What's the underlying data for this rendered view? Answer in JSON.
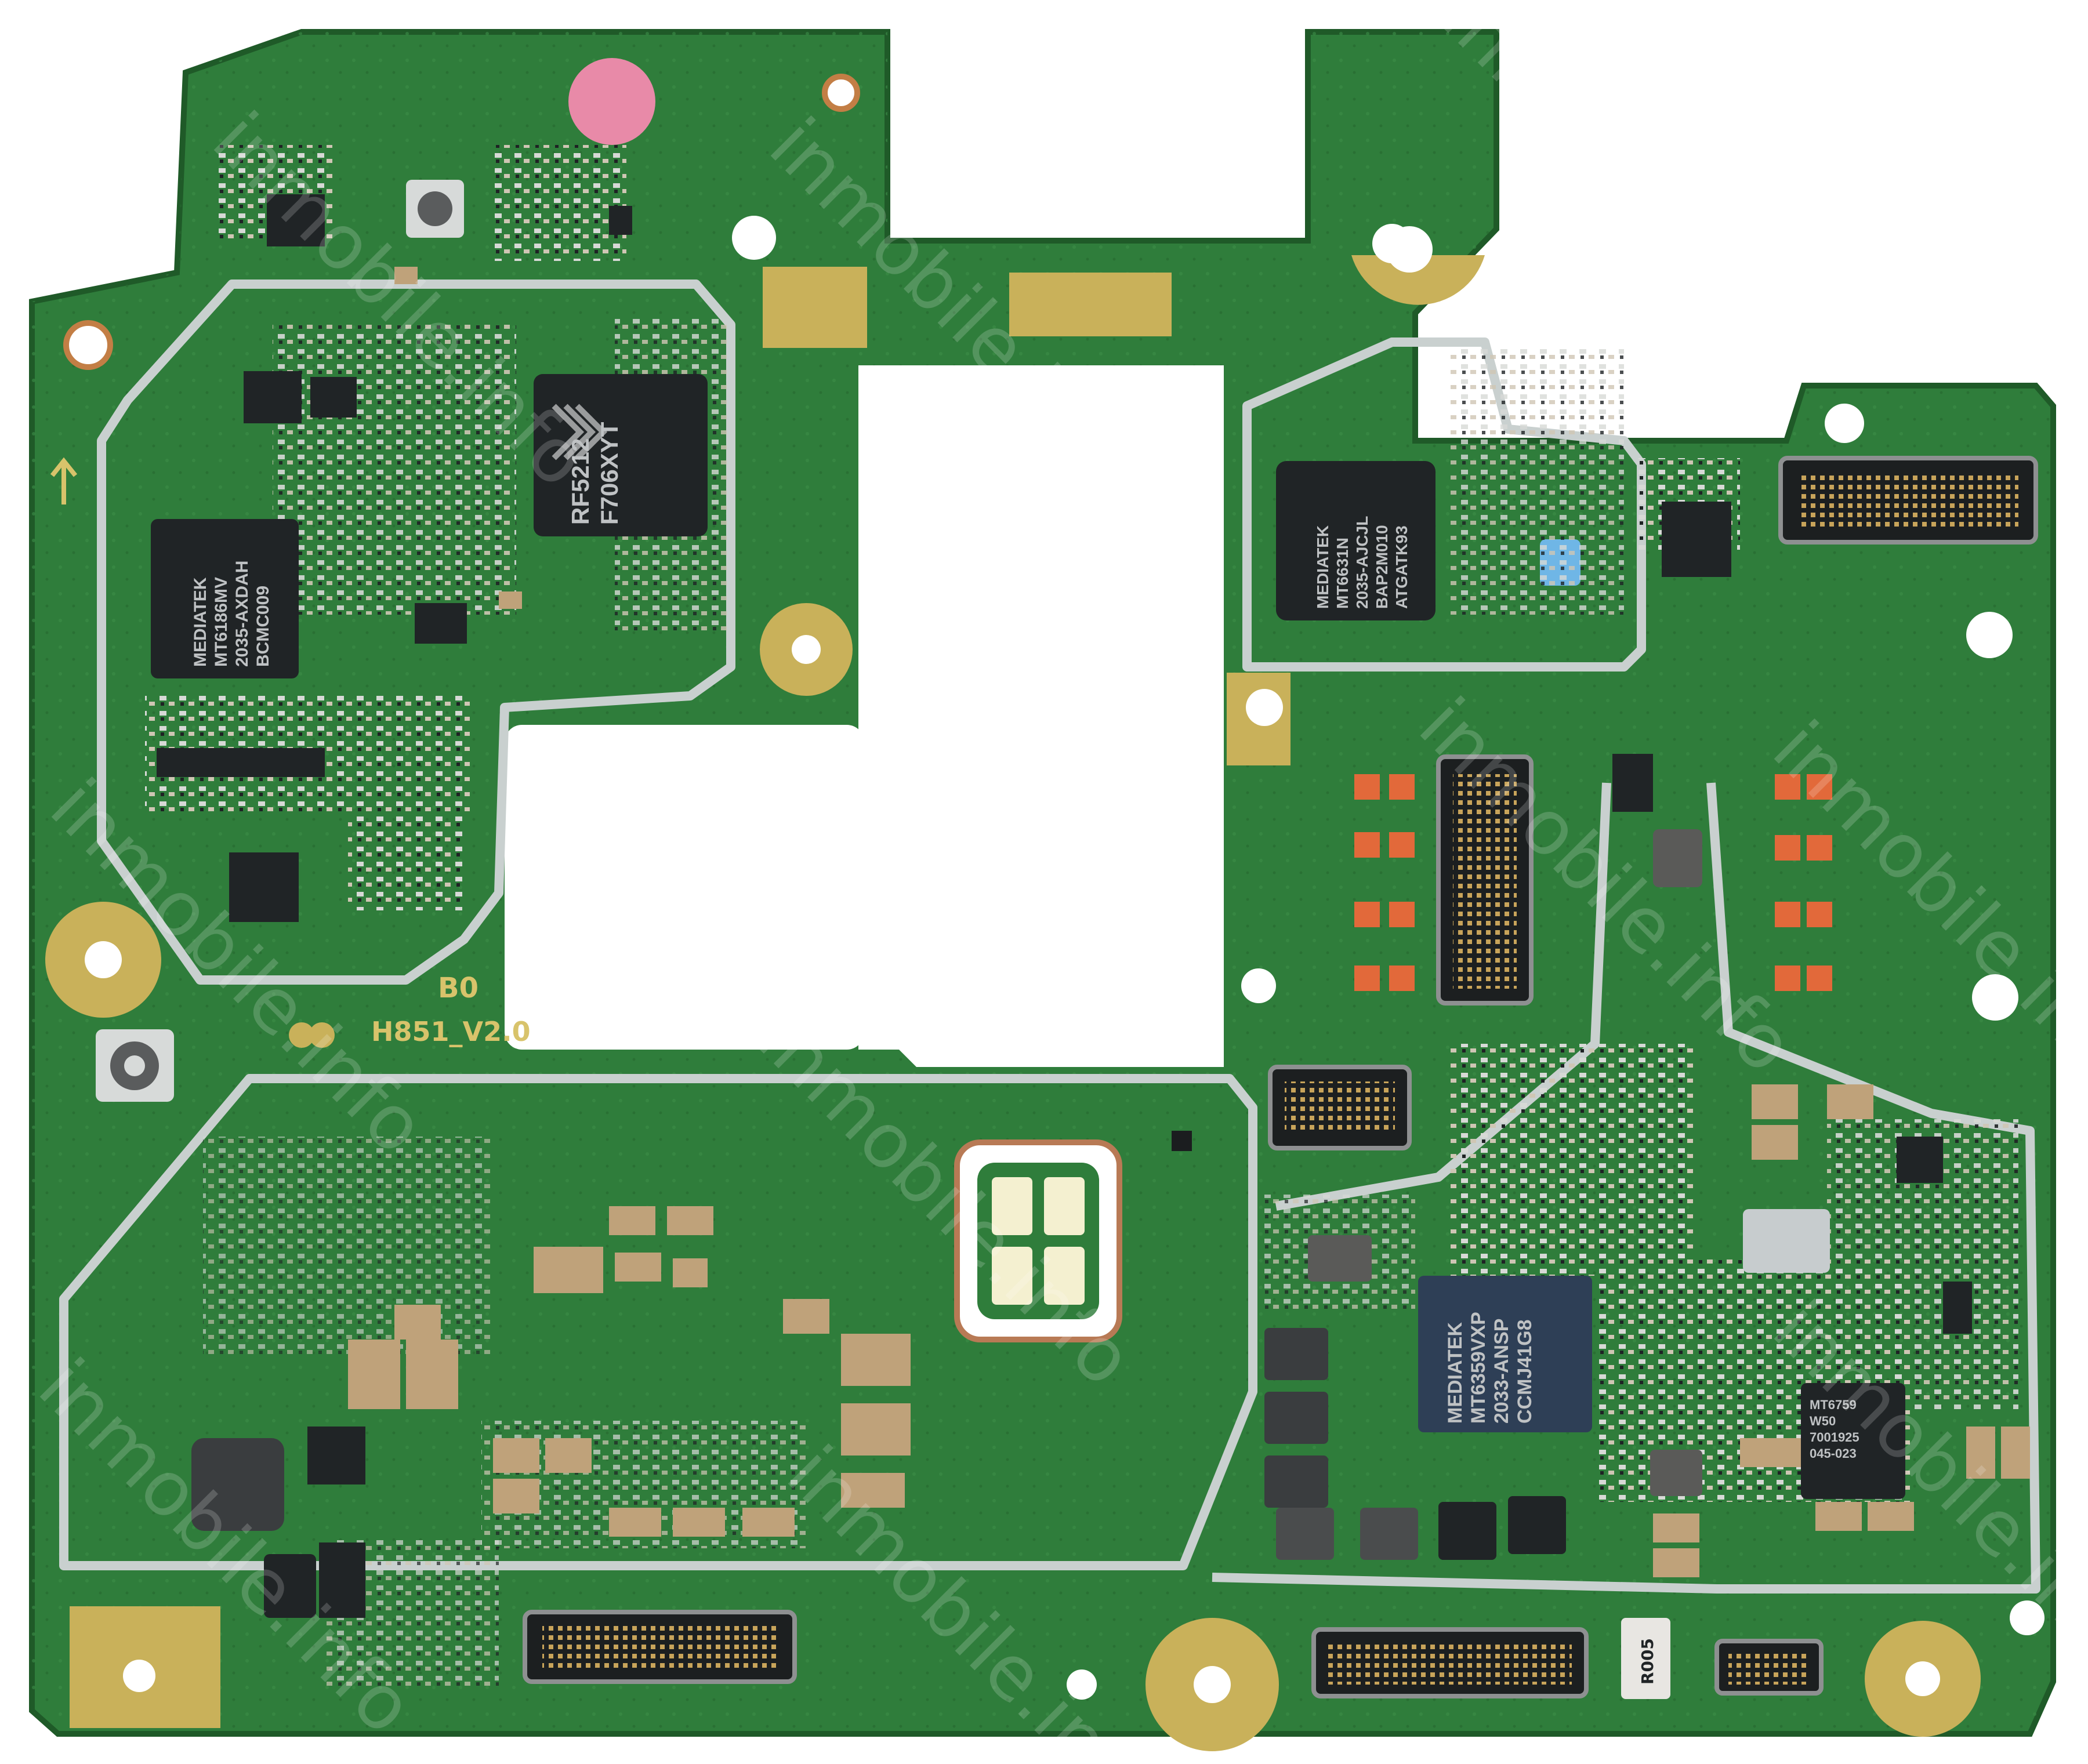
{
  "board": {
    "silkscreen_model": "H851_V2.0",
    "silkscreen_rev": "B0",
    "colors": {
      "substrate": "#2f7d3b",
      "substrate_dark": "#276b32",
      "outline": "#1f5a28",
      "shield_line": "#c9d0cf",
      "gold_pad": "#c9b15a",
      "copper_pad": "#e2693a",
      "chip_black": "#202426",
      "chip_blue": "#2e3f56",
      "component_tan": "#bfa27a",
      "pink_dot": "#e88aa8",
      "blue_dot": "#6fb6e6"
    }
  },
  "chips": {
    "mt6186": {
      "line1": "MEDIATEK",
      "line2": "MT6186MV",
      "line3": "2035-AXDAH",
      "line4": "BCMC009"
    },
    "rf5212": {
      "line1": "RF5212",
      "line2": "F706XYT"
    },
    "mt6631": {
      "line1": "MEDIATEK",
      "line2": "MT6631N",
      "line3": "2035-AJCJL",
      "line4": "BAP2M010",
      "line5": "ATGATK93"
    },
    "mt6359": {
      "line1": "MEDIATEK",
      "line2": "MT6359VXP",
      "line3": "2033-ANSP",
      "line4": "CCMJ41G8"
    },
    "mt6759": {
      "line1": "MT6759",
      "line2": "W50",
      "line3": "7001925",
      "line4": "045-023"
    },
    "small_r005": {
      "line1": "R005"
    }
  },
  "watermark": {
    "text": "inmobile.info"
  },
  "icons": {
    "arrow": "up-arrow-icon",
    "antenna_connector": "coax-connector-icon",
    "camera_flash": "led-flash-icon"
  }
}
